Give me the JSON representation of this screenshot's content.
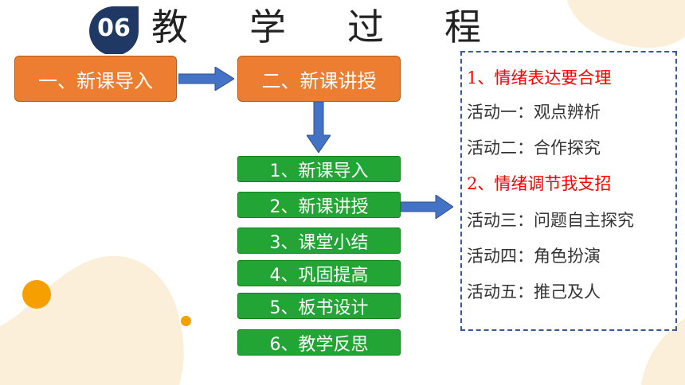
{
  "header": {
    "number": "06",
    "title_chars": [
      "教",
      "学",
      "过",
      "程"
    ]
  },
  "flow": {
    "step_one": "一、新课导入",
    "step_two": "二、新课讲授",
    "sub_steps": [
      "1、新课导入",
      "2、新课讲授",
      "3、课堂小结",
      "4、巩固提高",
      "5、板书设计",
      "6、教学反思"
    ]
  },
  "panel": {
    "lines": [
      {
        "text": "1、情绪表达要合理",
        "color": "#ff0000"
      },
      {
        "text": "活动一：观点辨析",
        "color": "#333333"
      },
      {
        "text": "活动二：合作探究",
        "color": "#333333"
      },
      {
        "text": "2、情绪调节我支招",
        "color": "#ff0000"
      },
      {
        "text": "活动三：问题自主探究",
        "color": "#333333"
      },
      {
        "text": "活动四：角色扮演",
        "color": "#333333"
      },
      {
        "text": "活动五：推己及人",
        "color": "#333333"
      }
    ]
  },
  "colors": {
    "orange_box": "#ed7d31",
    "green_box": "#22a535",
    "arrow_blue": "#4472c4",
    "badge": "#1f3864",
    "dash_border": "#3a5998",
    "accent_dot": "#f5a000",
    "blob": "#fbefd9"
  }
}
